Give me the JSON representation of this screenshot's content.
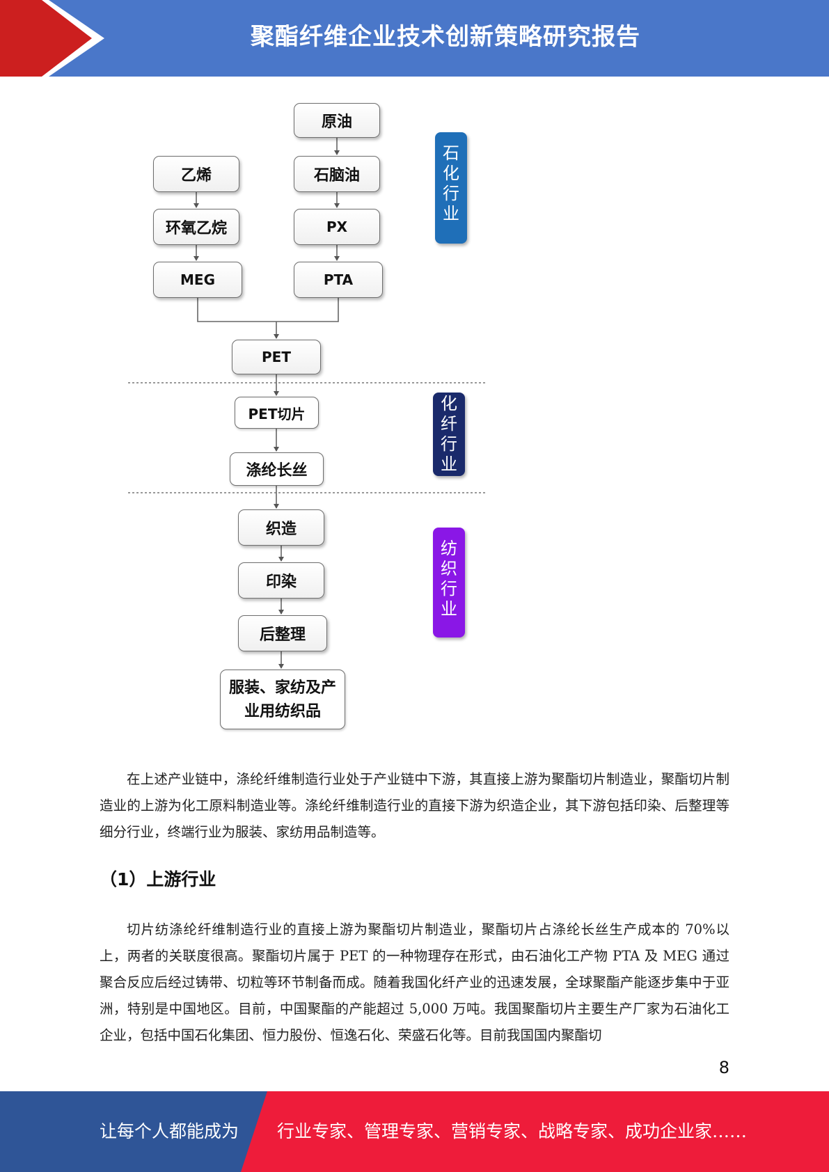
{
  "header": {
    "title": "聚酯纤维企业技术创新策略研究报告",
    "colors": {
      "band": "#4a77c9",
      "accent": "#cc1f1f"
    }
  },
  "diagram": {
    "nodes": {
      "crude_oil": "原油",
      "naphtha": "石脑油",
      "px": "PX",
      "pta": "PTA",
      "ethylene": "乙烯",
      "ethylene_oxide": "环氧乙烷",
      "meg": "MEG",
      "pet": "PET",
      "pet_chips": "PET切片",
      "polyester_filament": "涤纶长丝",
      "weaving": "织造",
      "dyeing": "印染",
      "finishing": "后整理",
      "end_products": "服装、家纺及产业用纺织品"
    },
    "industry_tags": [
      {
        "label": "石化行业",
        "chars": [
          "石",
          "化",
          "行",
          "业"
        ],
        "color": "#1f6fb8"
      },
      {
        "label": "化纤行业",
        "chars": [
          "化",
          "纤",
          "行",
          "业"
        ],
        "color": "#1a2a6b"
      },
      {
        "label": "纺织行业",
        "chars": [
          "纺",
          "织",
          "行",
          "业"
        ],
        "color": "#8a17e6"
      }
    ]
  },
  "paragraphs": {
    "p1": "在上述产业链中，涤纶纤维制造行业处于产业链中下游，其直接上游为聚酯切片制造业，聚酯切片制造业的上游为化工原料制造业等。涤纶纤维制造行业的直接下游为织造企业，其下游包括印染、后整理等细分行业，终端行业为服装、家纺用品制造等。",
    "heading": "（1）上游行业",
    "p2": "切片纺涤纶纤维制造行业的直接上游为聚酯切片制造业，聚酯切片占涤纶长丝生产成本的 70%以上，两者的关联度很高。聚酯切片属于 PET 的一种物理存在形式，由石油化工产物 PTA 及 MEG 通过聚合反应后经过铸带、切粒等环节制备而成。随着我国化纤产业的迅速发展，全球聚酯产能逐步集中于亚洲，特别是中国地区。目前，中国聚酯的产能超过 5,000 万吨。我国聚酯切片主要生产厂家为石油化工企业，包括中国石化集团、恒力股份、恒逸石化、荣盛石化等。目前我国国内聚酯切"
  },
  "page_number": "8",
  "footer": {
    "left_text": "让每个人都能成为",
    "right_text": "行业专家、管理专家、营销专家、战略专家、成功企业家……",
    "colors": {
      "left": "#2f5597",
      "right": "#ee1c3a"
    }
  }
}
